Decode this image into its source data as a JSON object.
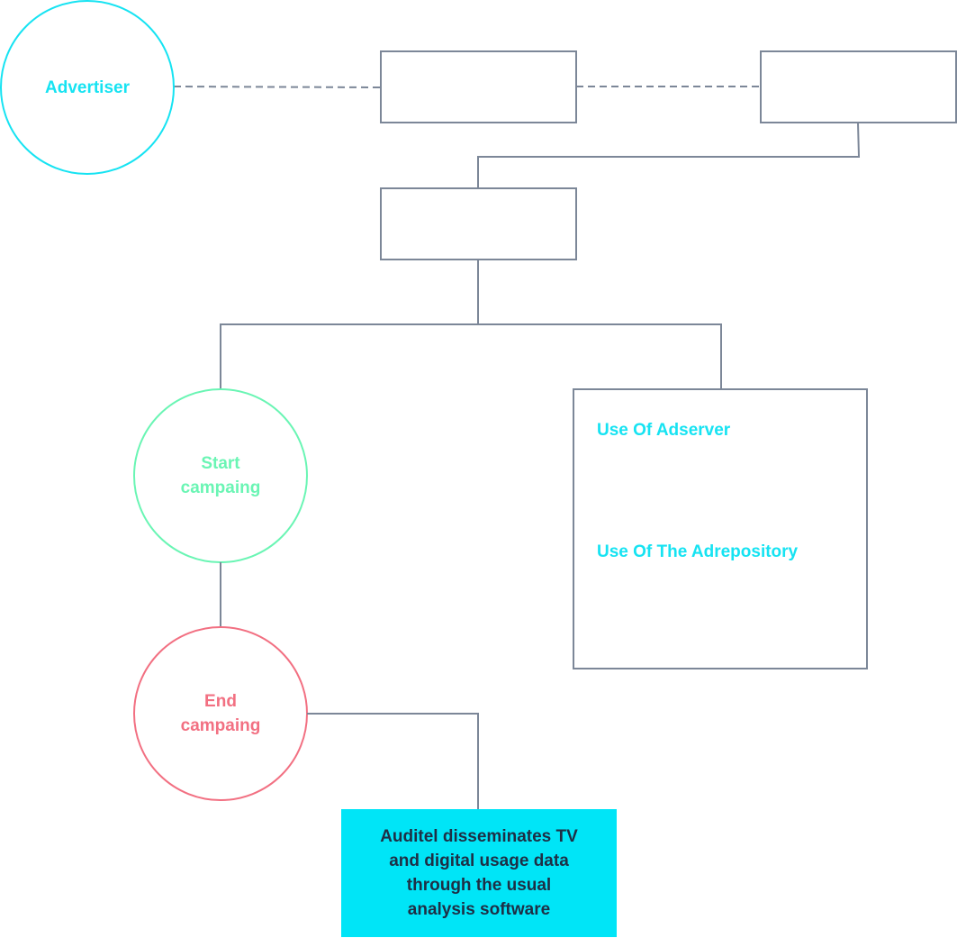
{
  "colors": {
    "connector": "#7c8798",
    "dashed_connector": "#7c8798",
    "box_border": "#7c8798",
    "advertiser": "#16e3f2",
    "start": "#6af5b4",
    "end": "#f27082",
    "adserver_text": "#16e3f2",
    "auditel_fill": "#00e5f7",
    "auditel_text": "#1e2f45"
  },
  "nodes": {
    "advertiser": {
      "label": "Advertiser"
    },
    "start": {
      "label": "Start\ncampaing"
    },
    "end": {
      "label": "End\ncampaing"
    },
    "usage_box": {
      "item1": "Use Of Adserver",
      "item2": "Use Of The Adrepository"
    },
    "auditel": {
      "label": "Auditel disseminates TV\nand digital usage data\nthrough the usual\nanalysis software"
    }
  }
}
